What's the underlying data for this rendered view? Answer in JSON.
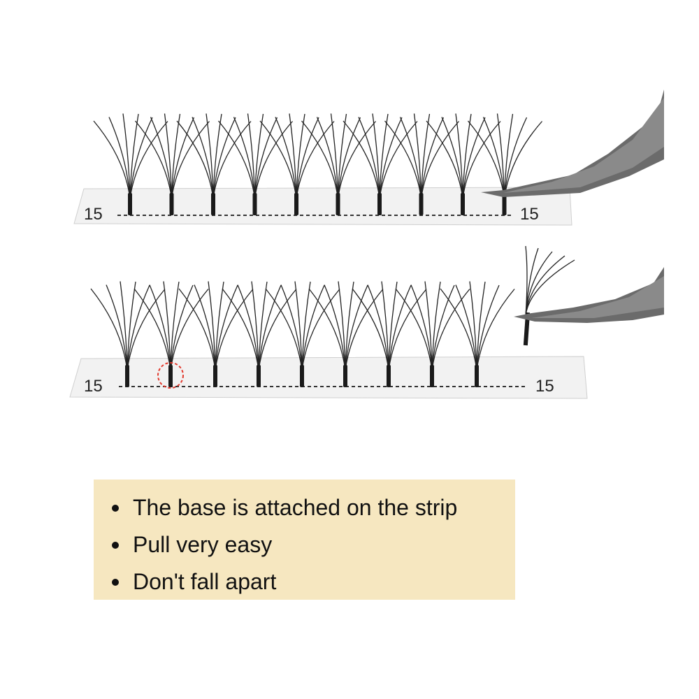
{
  "photo": {
    "strips": [
      {
        "left_label": "15",
        "right_label": "15",
        "fans": 10,
        "highlight_fan": null,
        "fan_in_tweezers": true
      },
      {
        "left_label": "15",
        "right_label": "15",
        "fans": 9,
        "highlight_fan": 2,
        "fan_in_tweezers": true
      }
    ],
    "highlight_color": "#e23a2e"
  },
  "features": {
    "items": [
      "The base is attached on the strip",
      "Pull very easy",
      "Don't fall apart"
    ]
  }
}
